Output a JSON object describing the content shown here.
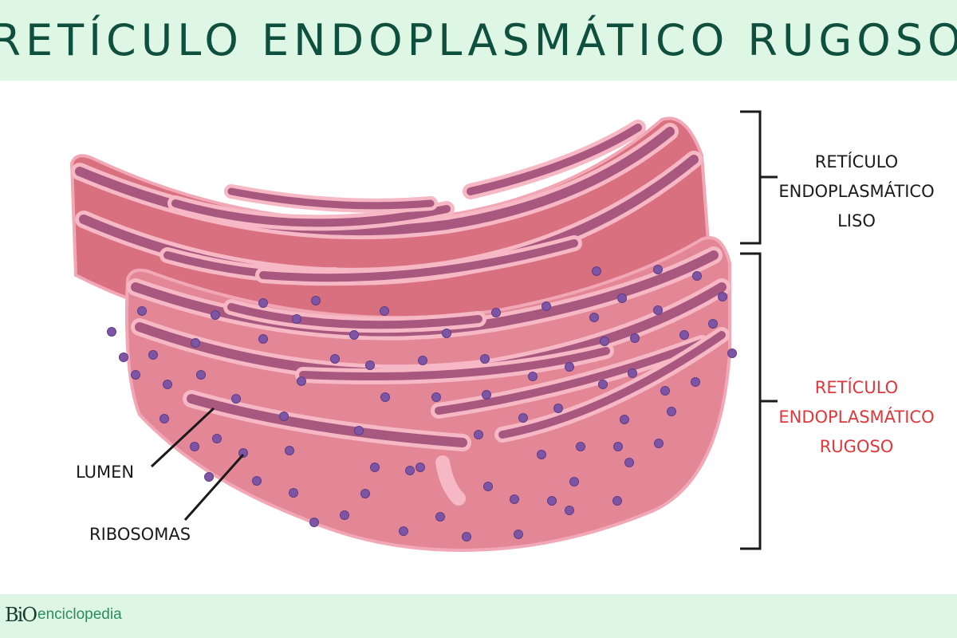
{
  "title": "RETÍCULO ENDOPLASMÁTICO RUGOSO",
  "labels": {
    "liso": [
      "RETÍCULO",
      "ENDOPLASMÁTICO",
      "LISO"
    ],
    "rugoso": [
      "RETÍCULO",
      "ENDOPLASMÁTICO",
      "RUGOSO"
    ],
    "lumen": "LUMEN",
    "ribosomas": "RIBOSOMAS"
  },
  "logo": {
    "bio": "BiO",
    "text": "enciclopedia"
  },
  "colors": {
    "header_bg": "#def6e4",
    "title": "#0f4f3e",
    "rugoso_label": "#e1373a",
    "membrane": "#e08a9a",
    "lumen": "#a8577f",
    "ribosome": "#7e55a4"
  }
}
